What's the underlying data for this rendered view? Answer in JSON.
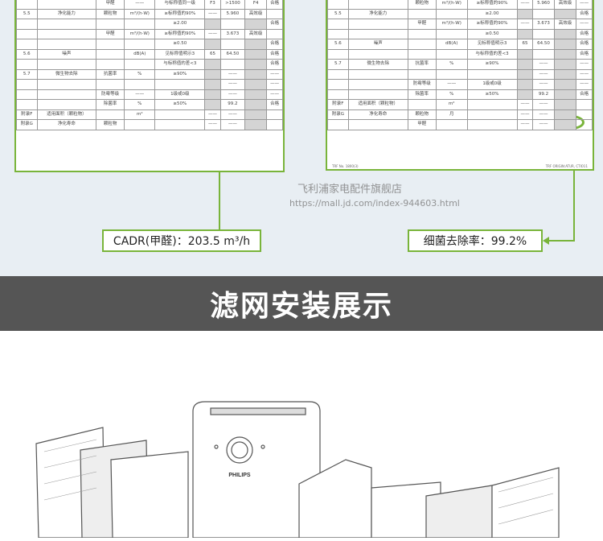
{
  "watermark": {
    "store": "飞利浦家电配件旗舰店",
    "url": "https://mall.jd.com/index-944603.html"
  },
  "report_left": {
    "rows": [
      [
        "",
        "",
        "甲醛",
        "——",
        "与标称值同一级",
        "F3",
        ">1500",
        "F4",
        "合格"
      ],
      [
        "5.5",
        "净化能力",
        "颗粒物",
        "m³/(h·W)",
        "≥标称值的90%",
        "——",
        "5.960",
        "高效级",
        ""
      ],
      [
        "",
        "",
        "",
        "",
        "≥2.00",
        "",
        "",
        "",
        "合格"
      ],
      [
        "",
        "",
        "甲醛",
        "m³/(h·W)",
        "≥标称值的90%",
        "——",
        "3.673",
        "高效级",
        ""
      ],
      [
        "",
        "",
        "",
        "",
        "≥0.50",
        "",
        "",
        "",
        "合格"
      ],
      [
        "5.6",
        "噪声",
        "",
        "dB(A)",
        "见标称值明示3",
        "65",
        "64.50",
        "",
        "合格"
      ],
      [
        "",
        "",
        "",
        "",
        "与标称值的差<3",
        "",
        "",
        "",
        "合格"
      ],
      [
        "5.7",
        "微生物去除",
        "抗菌率",
        "%",
        "≥90%",
        "",
        "——",
        "",
        "——"
      ],
      [
        "",
        "",
        "",
        "",
        "",
        "",
        "——",
        "",
        "——"
      ],
      [
        "",
        "",
        "防霉等级",
        "——",
        "1级或0级",
        "",
        "——",
        "",
        "——"
      ],
      [
        "",
        "",
        "除菌率",
        "%",
        "≥50%",
        "",
        "99.2",
        "",
        "合格"
      ],
      [
        "附录F",
        "适用面积（颗粒物）",
        "",
        "m²",
        "",
        "——",
        "——",
        "",
        ""
      ],
      [
        "附录G",
        "净化寿命",
        "颗粒物",
        "",
        "",
        "——",
        "——",
        "",
        ""
      ]
    ]
  },
  "report_right": {
    "rows": [
      [
        "",
        "",
        "颗粒物",
        "m³/(h·W)",
        "≥标称值的90%",
        "——",
        "5.960",
        "高效级",
        "——"
      ],
      [
        "5.5",
        "净化能力",
        "",
        "",
        "≥2.00",
        "",
        "",
        "",
        "合格"
      ],
      [
        "",
        "",
        "甲醛",
        "m³/(h·W)",
        "≥标称值的90%",
        "——",
        "3.673",
        "高效级",
        "——"
      ],
      [
        "",
        "",
        "",
        "",
        "≥0.50",
        "",
        "",
        "",
        "合格"
      ],
      [
        "5.6",
        "噪声",
        "",
        "dB(A)",
        "见标称值明示3",
        "65",
        "64.50",
        "",
        "合格"
      ],
      [
        "",
        "",
        "",
        "",
        "与标称值的差<3",
        "",
        "",
        "",
        "合格"
      ],
      [
        "5.7",
        "微生物去除",
        "抗菌率",
        "%",
        "≥90%",
        "",
        "——",
        "",
        "——"
      ],
      [
        "",
        "",
        "",
        "",
        "",
        "",
        "——",
        "",
        "——"
      ],
      [
        "",
        "",
        "防霉等级",
        "——",
        "1级或0级",
        "",
        "——",
        "",
        "——"
      ],
      [
        "",
        "",
        "除菌率",
        "%",
        "≥50%",
        "",
        "99.2",
        "",
        "合格"
      ],
      [
        "附录F",
        "适用面积（颗粒物）",
        "",
        "m²",
        "",
        "——",
        "——",
        "",
        ""
      ],
      [
        "附录G",
        "净化寿命",
        "颗粒物",
        "月",
        "",
        "——",
        "——",
        "",
        ""
      ],
      [
        "",
        "",
        "甲醛",
        "",
        "",
        "——",
        "——",
        "",
        ""
      ]
    ],
    "footer_left": "TRF No. 1800(3)",
    "footer_right": "TRF ORIGIN:ATUR, CTIO11"
  },
  "callouts": {
    "cadr": "CADR(甲醛)：203.5 m³/h",
    "bacteria": "细菌去除率：99.2%"
  },
  "banner": {
    "title": "滤网安装展示"
  },
  "product": {
    "brand": "PHILIPS"
  },
  "colors": {
    "accent": "#79b43a",
    "banner": "#555555"
  }
}
